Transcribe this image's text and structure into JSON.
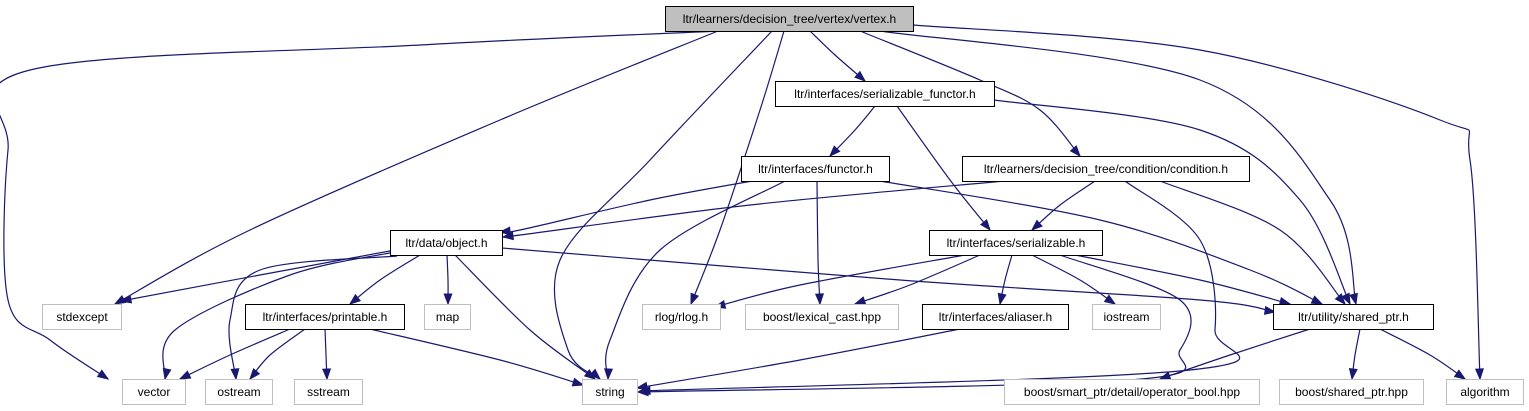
{
  "diagram": {
    "type": "include-dependency-graph",
    "nodes": [
      {
        "id": "vertex",
        "label": "ltr/learners/decision_tree/vertex/vertex.h",
        "kind": "root"
      },
      {
        "id": "serializable_functor",
        "label": "ltr/interfaces/serializable_functor.h",
        "kind": "documented"
      },
      {
        "id": "functor",
        "label": "ltr/interfaces/functor.h",
        "kind": "documented"
      },
      {
        "id": "condition",
        "label": "ltr/learners/decision_tree/condition/condition.h",
        "kind": "documented"
      },
      {
        "id": "object",
        "label": "ltr/data/object.h",
        "kind": "documented"
      },
      {
        "id": "serializable",
        "label": "ltr/interfaces/serializable.h",
        "kind": "documented"
      },
      {
        "id": "stdexcept",
        "label": "stdexcept",
        "kind": "external"
      },
      {
        "id": "printable",
        "label": "ltr/interfaces/printable.h",
        "kind": "documented"
      },
      {
        "id": "map",
        "label": "map",
        "kind": "external"
      },
      {
        "id": "rlog",
        "label": "rlog/rlog.h",
        "kind": "external"
      },
      {
        "id": "lexical_cast",
        "label": "boost/lexical_cast.hpp",
        "kind": "external"
      },
      {
        "id": "aliaser",
        "label": "ltr/interfaces/aliaser.h",
        "kind": "documented"
      },
      {
        "id": "iostream",
        "label": "iostream",
        "kind": "external"
      },
      {
        "id": "shared_ptr_h",
        "label": "ltr/utility/shared_ptr.h",
        "kind": "documented"
      },
      {
        "id": "vector",
        "label": "vector",
        "kind": "external"
      },
      {
        "id": "ostream",
        "label": "ostream",
        "kind": "external"
      },
      {
        "id": "sstream",
        "label": "sstream",
        "kind": "external"
      },
      {
        "id": "string",
        "label": "string",
        "kind": "external"
      },
      {
        "id": "operator_bool",
        "label": "boost/smart_ptr/detail/operator_bool.hpp",
        "kind": "external"
      },
      {
        "id": "boost_shared_ptr",
        "label": "boost/shared_ptr.hpp",
        "kind": "external"
      },
      {
        "id": "algorithm",
        "label": "algorithm",
        "kind": "external"
      }
    ],
    "edges": [
      [
        "vertex",
        "vector"
      ],
      [
        "vertex",
        "stdexcept"
      ],
      [
        "vertex",
        "string"
      ],
      [
        "vertex",
        "rlog"
      ],
      [
        "vertex",
        "serializable_functor"
      ],
      [
        "vertex",
        "condition"
      ],
      [
        "vertex",
        "shared_ptr_h"
      ],
      [
        "vertex",
        "algorithm"
      ],
      [
        "serializable_functor",
        "functor"
      ],
      [
        "serializable_functor",
        "serializable"
      ],
      [
        "serializable_functor",
        "shared_ptr_h"
      ],
      [
        "functor",
        "object"
      ],
      [
        "functor",
        "string"
      ],
      [
        "functor",
        "lexical_cast"
      ],
      [
        "functor",
        "shared_ptr_h"
      ],
      [
        "condition",
        "object"
      ],
      [
        "condition",
        "serializable"
      ],
      [
        "condition",
        "string"
      ],
      [
        "condition",
        "shared_ptr_h"
      ],
      [
        "object",
        "stdexcept"
      ],
      [
        "object",
        "vector"
      ],
      [
        "object",
        "ostream"
      ],
      [
        "object",
        "printable"
      ],
      [
        "object",
        "map"
      ],
      [
        "object",
        "string"
      ],
      [
        "object",
        "shared_ptr_h"
      ],
      [
        "serializable",
        "rlog"
      ],
      [
        "serializable",
        "lexical_cast"
      ],
      [
        "serializable",
        "aliaser"
      ],
      [
        "serializable",
        "iostream"
      ],
      [
        "serializable",
        "string"
      ],
      [
        "serializable",
        "shared_ptr_h"
      ],
      [
        "printable",
        "vector"
      ],
      [
        "printable",
        "ostream"
      ],
      [
        "printable",
        "sstream"
      ],
      [
        "printable",
        "string"
      ],
      [
        "aliaser",
        "string"
      ],
      [
        "shared_ptr_h",
        "operator_bool"
      ],
      [
        "shared_ptr_h",
        "boost_shared_ptr"
      ],
      [
        "shared_ptr_h",
        "algorithm"
      ]
    ]
  }
}
